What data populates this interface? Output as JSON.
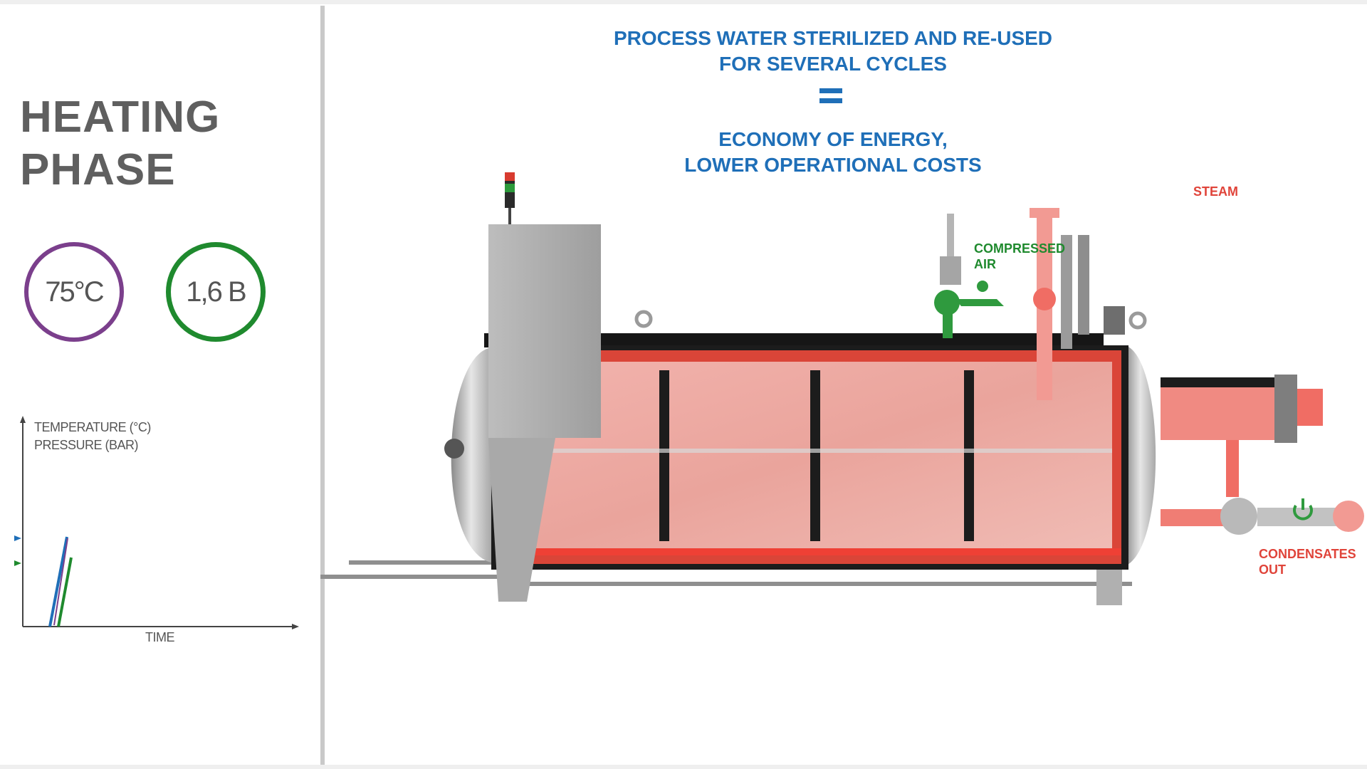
{
  "phase": {
    "title_line1": "HEATING",
    "title_line2": "PHASE"
  },
  "gauges": {
    "temperature": {
      "value": "75°C",
      "color": "#7b3f8c"
    },
    "pressure": {
      "value": "1,6 B",
      "color": "#1f8a2e"
    }
  },
  "chart_data": {
    "type": "line",
    "ylabel_lines": [
      "TEMPERATURE (°C)",
      "PRESSURE (BAR)"
    ],
    "xlabel": "TIME",
    "series": [
      {
        "color": "#1f6fb8",
        "marker_color": "#1f6fb8"
      },
      {
        "color": "#1f8a2e",
        "marker_color": "#1f8a2e"
      },
      {
        "color": "#7b3f8c"
      }
    ],
    "grid": false
  },
  "headline": {
    "line1": "PROCESS WATER STERILIZED AND RE-USED",
    "line2": "FOR SEVERAL CYCLES",
    "line3": "ECONOMY OF ENERGY,",
    "line4": "LOWER OPERATIONAL COSTS",
    "color": "#1f6fb8"
  },
  "labels": {
    "steam": "STEAM",
    "compressed_air_line1": "COMPRESSED",
    "compressed_air_line2": "AIR",
    "condensates_line1": "CONDENSATES",
    "condensates_line2": "OUT"
  },
  "colors": {
    "steam": "#e0443a",
    "air": "#1f8a2e",
    "heat": "#f04a3c"
  },
  "icons": {
    "status_light": "signal-tower-icon",
    "power": "power-icon"
  }
}
